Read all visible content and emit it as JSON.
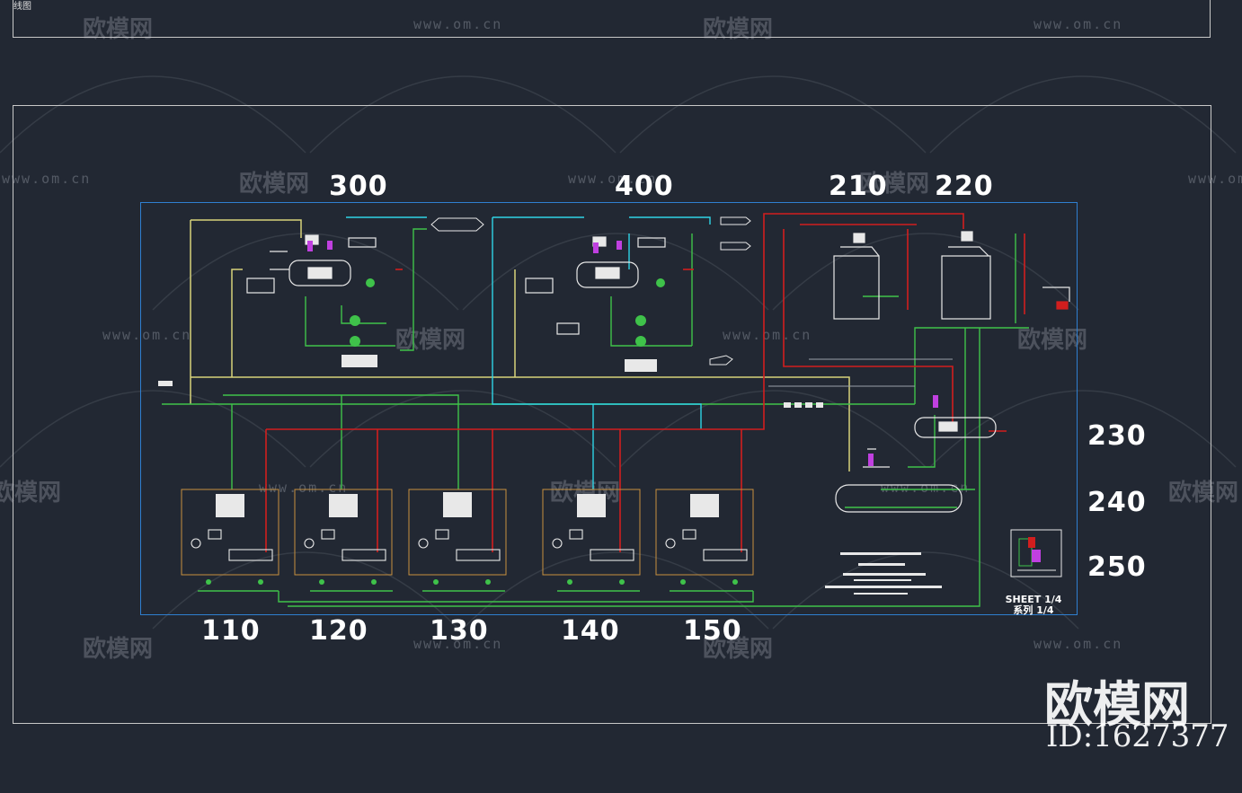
{
  "header": {
    "title": "线图"
  },
  "zones": {
    "z300": "300",
    "z400": "400",
    "z210": "210",
    "z220": "220",
    "z230": "230",
    "z240": "240",
    "z250": "250",
    "z110": "110",
    "z120": "120",
    "z130": "130",
    "z140": "140",
    "z150": "150"
  },
  "sheet": {
    "line1": "SHEET 1/4",
    "line2": "系列 1/4"
  },
  "watermark": {
    "brand": "欧模网",
    "url": "www.om.cn",
    "id": "ID:1627377"
  },
  "colors": {
    "background": "#222833",
    "frame": "#c8c8c8",
    "drawing_frame": "#2f7fd0",
    "pipe_green": "#3fc24a",
    "pipe_red": "#d21e1e",
    "pipe_cyan": "#2fd4e6",
    "pipe_yellow": "#d8d27a",
    "equipment_white": "#e8e8e8",
    "accent_magenta": "#c040e0"
  }
}
